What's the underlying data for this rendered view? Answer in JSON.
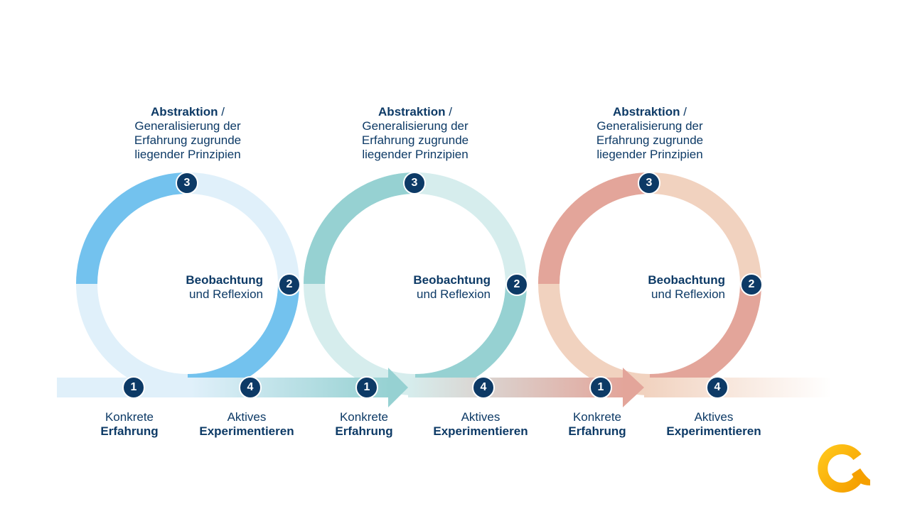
{
  "cycles": [
    {
      "top_bold": "Abstraktion",
      "top_sep": " /",
      "top_lines": [
        "Generalisierung der",
        "Erfahrung zugrunde",
        "liegender Prinzipien"
      ],
      "mid_bold": "Beobachtung",
      "mid_rest": "und Reflexion",
      "left_normal": "Konkrete",
      "left_bold": "Erfahrung",
      "right_normal": "Aktives",
      "right_bold": "Experimentieren",
      "badges": [
        "1",
        "2",
        "3",
        "4"
      ],
      "color_dark": "#73c2ee",
      "color_light": "#e0f0fa"
    },
    {
      "top_bold": "Abstraktion",
      "top_sep": " /",
      "top_lines": [
        "Generalisierung der",
        "Erfahrung zugrunde",
        "liegender Prinzipien"
      ],
      "mid_bold": "Beobachtung",
      "mid_rest": "und Reflexion",
      "left_normal": "Konkrete",
      "left_bold": "Erfahrung",
      "right_normal": "Aktives",
      "right_bold": "Experimentieren",
      "badges": [
        "1",
        "2",
        "3",
        "4"
      ],
      "color_dark": "#96d1d2",
      "color_light": "#d6eded"
    },
    {
      "top_bold": "Abstraktion",
      "top_sep": " /",
      "top_lines": [
        "Generalisierung der",
        "Erfahrung zugrunde",
        "liegender Prinzipien"
      ],
      "mid_bold": "Beobachtung",
      "mid_rest": "und Reflexion",
      "left_normal": "Konkrete",
      "left_bold": "Erfahrung",
      "right_normal": "Aktives",
      "right_bold": "Experimentieren",
      "badges": [
        "1",
        "2",
        "3",
        "4"
      ],
      "color_dark": "#e3a59a",
      "color_light": "#f1d2bf"
    }
  ],
  "colors": {
    "navy": "#0d3a66",
    "logo_start": "#ffc61a",
    "logo_end": "#f5a000"
  }
}
